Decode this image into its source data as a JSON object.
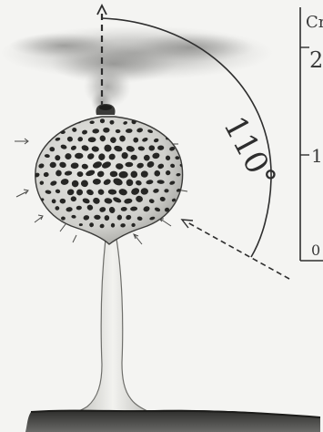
{
  "angle": {
    "label": "110°"
  },
  "scale": {
    "unit": "Cm",
    "ticks": [
      "2",
      "1",
      "0"
    ]
  },
  "colors": {
    "paper": "#f4f4f2",
    "ink": "#2e2e2e",
    "globe": "#dcdcd8",
    "cells": "#2a2a2a",
    "spray": "#8a8a88",
    "ground": "#3a3a38"
  }
}
